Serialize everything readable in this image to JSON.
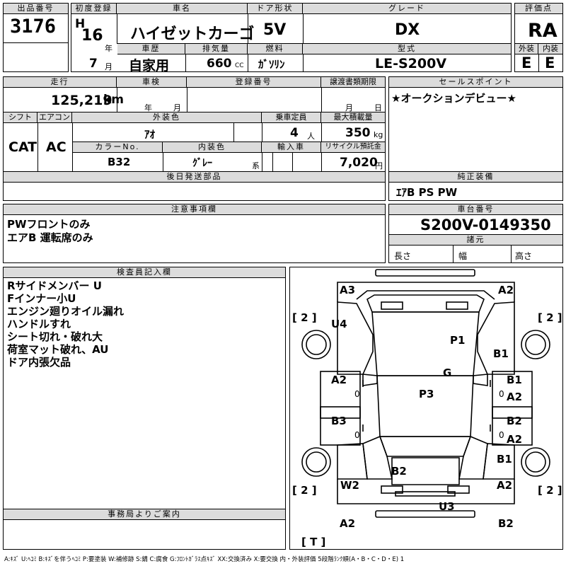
{
  "lot": {
    "header": "出品番号",
    "value": "3176"
  },
  "first_reg": {
    "header": "初度登録",
    "era": "H",
    "year": "16",
    "year_unit": "年",
    "month": "7",
    "month_unit": "月"
  },
  "car_name": {
    "header": "車名",
    "value": "ハイゼットカーゴ"
  },
  "doors": {
    "header": "ドア形状",
    "value": "5V"
  },
  "grade": {
    "header": "グレード",
    "value": "DX"
  },
  "score": {
    "header": "評価点",
    "value": "RA"
  },
  "history": {
    "header": "車歴",
    "value": "自家用"
  },
  "displacement": {
    "header": "排気量",
    "value": "660",
    "unit": "CC"
  },
  "fuel": {
    "header": "燃料",
    "value": "ｶﾞｿﾘﾝ"
  },
  "model": {
    "header": "型式",
    "value": "LE-S200V"
  },
  "exterior_grade": {
    "header": "外装",
    "value": "E"
  },
  "interior_grade": {
    "header": "内装",
    "value": "E"
  },
  "mileage": {
    "header": "走行",
    "value": "125,219",
    "unit": "km"
  },
  "inspection": {
    "header": "車検",
    "year_unit": "年",
    "month_unit": "月"
  },
  "registration": {
    "header": "登録番号"
  },
  "transfer_deadline": {
    "header": "譲渡書類期限",
    "month_unit": "月",
    "day_unit": "日"
  },
  "sales_point": {
    "header": "セールスポイント",
    "text": "★オークションデビュー★"
  },
  "shift": {
    "header": "シフト",
    "value": "CAT"
  },
  "aircon": {
    "header": "エアコン",
    "value": "AC"
  },
  "ext_color": {
    "header": "外装色",
    "value": "ｱｵ"
  },
  "capacity": {
    "header": "乗車定員",
    "value": "4",
    "unit": "人"
  },
  "max_load": {
    "header": "最大積載量",
    "value": "350",
    "unit": "kg"
  },
  "color_no": {
    "header": "カラーNo.",
    "value": "B32"
  },
  "int_color": {
    "header": "内装色",
    "value": "ｸﾞﾚｰ",
    "suffix": "系"
  },
  "import": {
    "header": "輸入車"
  },
  "recycle": {
    "header": "リサイクル預託金",
    "value": "7,020",
    "unit": "円"
  },
  "later_parts": {
    "header": "後日発送部品"
  },
  "equipment": {
    "header": "純正装備",
    "value": "ｴｱB PS PW"
  },
  "caution": {
    "header": "注意事項欄",
    "lines": [
      "PWフロントのみ",
      "エアB 運転席のみ"
    ]
  },
  "chassis": {
    "header": "車台番号",
    "value": "S200V-0149350"
  },
  "specs": {
    "header": "諸元",
    "length": "長さ",
    "width": "幅",
    "height": "高さ"
  },
  "inspector": {
    "header": "検査員記入欄",
    "lines": [
      "Rサイドメンバー U",
      "Fインナー小U",
      "エンジン廻りオイル漏れ",
      "ハンドルすれ",
      "シート切れ・破れ大",
      "荷室マット破れ、AU",
      "ドア内張欠品"
    ]
  },
  "office": {
    "header": "事務局よりご案内"
  },
  "diagram": {
    "marks": {
      "a3_front_left": "A3",
      "a2_front_right": "A2",
      "u4": "U4",
      "p1": "P1",
      "b1_front_right": "B1",
      "g": "G",
      "b1_right_door": "B1",
      "a2_left_door": "A2",
      "p3": "P3",
      "a2_right_door": "A2",
      "b3": "B3",
      "b2_right_rear_door": "B2",
      "a2_right_rear_door": "A2",
      "b1_rear_right": "B1",
      "b2_rear": "B2",
      "w2": "W2",
      "a2_rear_right": "A2",
      "u3": "U3",
      "a2_bottom_left": "A2",
      "b2_bottom_right": "B2"
    },
    "tire_fl": "[ 2 ]",
    "tire_fr": "[ 2 ]",
    "tire_rl": "[ 2 ]",
    "tire_rr": "[ 2 ]",
    "spare": "[ T ]",
    "zero_left": "0",
    "zero_right": "0",
    "zero_left2": "0",
    "zero_right2": "0"
  },
  "legend": "A:ｷｽﾞ U:ﾍｺﾐ B:ｷｽﾞを伴うﾍｺﾐ P:要塗装 W:補修跡 S:錆 C:腐食 G:ﾌﾛﾝﾄｶﾞﾗｽ点ｷｽﾞ XX:交換済み X:要交換  内・外装評価  5段階ﾗﾝｸ順(A・B・C・D・E) 1"
}
